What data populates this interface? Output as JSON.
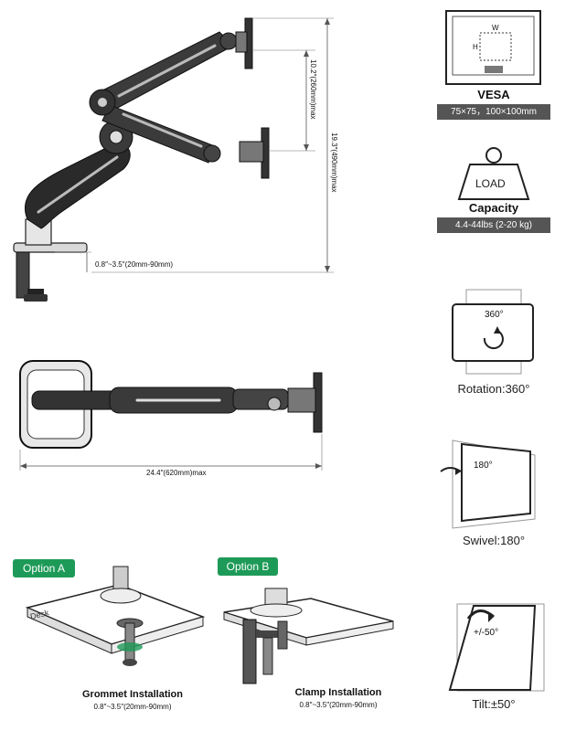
{
  "side_view": {
    "dim_arm_height": "10.2″(260mm)max",
    "dim_total_height": "19.3″(490mm)max",
    "dim_desk_thickness": "0.8″~3.5″(20mm-90mm)"
  },
  "top_view": {
    "dim_reach": "24.4″(620mm)max"
  },
  "vesa": {
    "title": "VESA",
    "spec": "75×75，100×100mm",
    "label_w": "W",
    "label_h": "H"
  },
  "capacity": {
    "weight_label": "LOAD",
    "title": "Capacity",
    "spec": "4.4-44lbs (2-20 kg)"
  },
  "rotation": {
    "degree": "360°",
    "caption": "Rotation:360°"
  },
  "swivel": {
    "degree": "180°",
    "caption": "Swivel:180°"
  },
  "tilt": {
    "degree": "+/-50°",
    "caption": "Tilt:±50°"
  },
  "option_a": {
    "tag": "Option A",
    "desk_label": "Desk",
    "title": "Grommet Installation",
    "spec": "0.8″~3.5″(20mm-90mm)"
  },
  "option_b": {
    "tag": "Option B",
    "title": "Clamp Installation",
    "spec": "0.8″~3.5″(20mm-90mm)"
  },
  "colors": {
    "accent_green": "#1e9a58",
    "pill_gray": "#555555"
  }
}
